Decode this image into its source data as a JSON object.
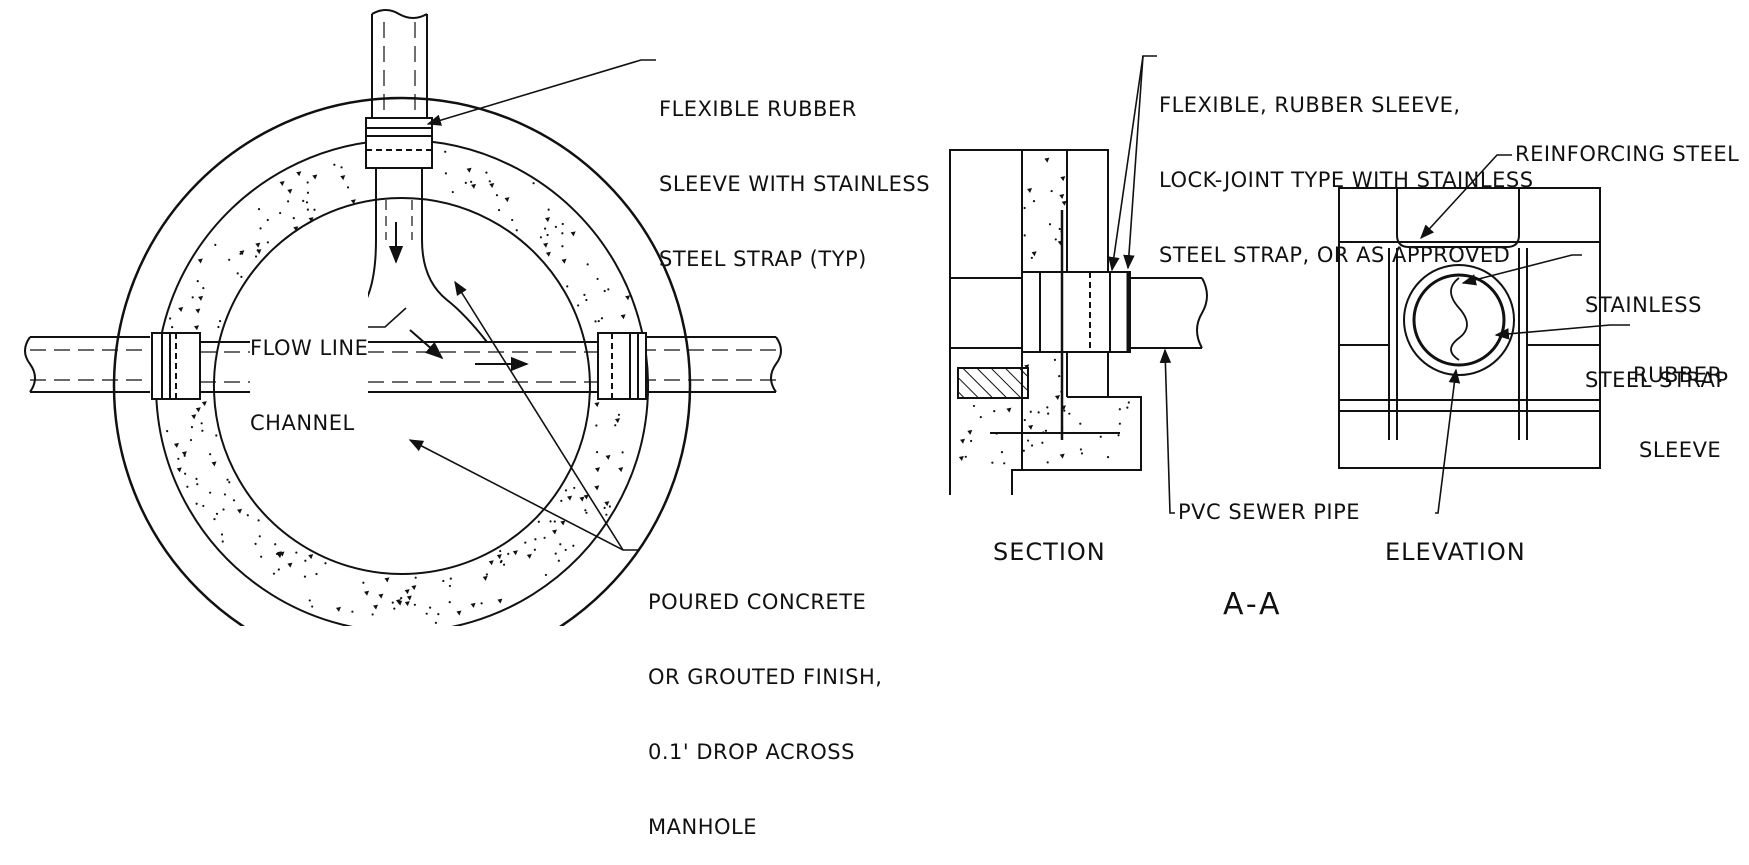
{
  "labels": {
    "flex_sleeve_plan": [
      "FLEXIBLE RUBBER",
      "SLEEVE WITH STAINLESS",
      "STEEL STRAP (TYP)"
    ],
    "flow_line": [
      "FLOW LINE",
      "CHANNEL"
    ],
    "poured_concrete": [
      "POURED CONCRETE",
      "OR GROUTED FINISH,",
      "0.1' DROP ACROSS",
      "MANHOLE"
    ],
    "flex_sleeve_section": [
      "FLEXIBLE, RUBBER SLEEVE,",
      "LOCK-JOINT TYPE WITH STAINLESS",
      "STEEL STRAP, OR AS APPROVED"
    ],
    "reinforcing_steel": "REINFORCING STEEL",
    "stainless_strap": [
      "STAINLESS",
      "STEEL STRAP"
    ],
    "rubber_sleeve": [
      "RUBBER",
      "SLEEVE"
    ],
    "pvc_pipe": "PVC SEWER PIPE"
  },
  "titles": {
    "section": "SECTION",
    "elevation": "ELEVATION",
    "cut": "A-A"
  },
  "colors": {
    "line": "#111111",
    "background": "#ffffff"
  }
}
